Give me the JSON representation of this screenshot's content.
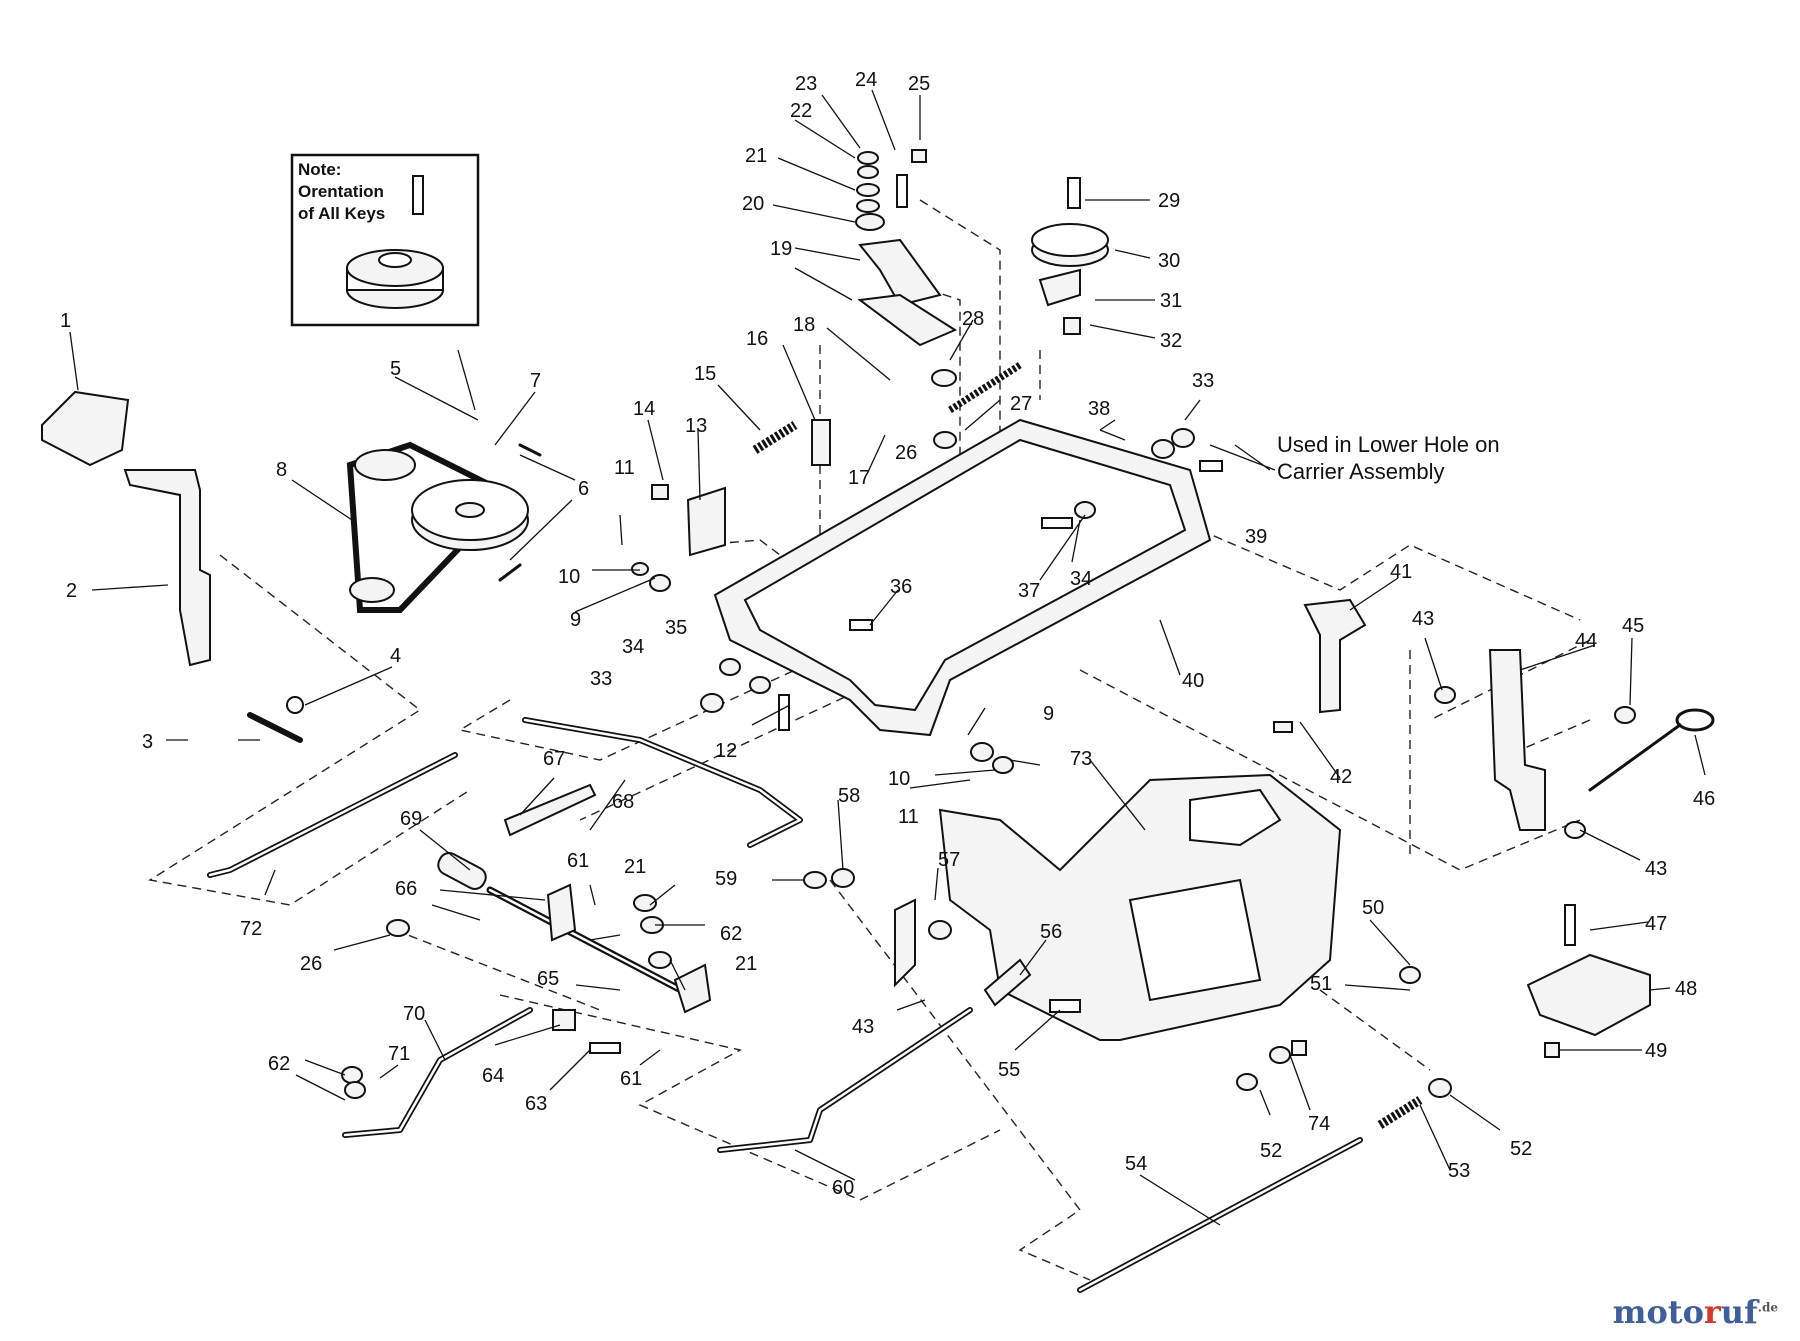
{
  "note": {
    "lines": [
      "Note:",
      "Orentation",
      "of All Keys"
    ]
  },
  "annotation": {
    "line1": "Used in Lower Hole on",
    "line2": "Carrier Assembly"
  },
  "watermark": {
    "part1": "moto",
    "part2": "r",
    "part3": "uf",
    "suffix": ".de"
  },
  "callouts": [
    "1",
    "2",
    "3",
    "4",
    "5",
    "6",
    "7",
    "8",
    "9",
    "10",
    "11",
    "12",
    "13",
    "14",
    "15",
    "16",
    "17",
    "18",
    "19",
    "20",
    "21",
    "22",
    "23",
    "24",
    "25",
    "26",
    "27",
    "28",
    "29",
    "30",
    "31",
    "32",
    "33",
    "34",
    "35",
    "36",
    "37",
    "38",
    "39",
    "40",
    "41",
    "42",
    "43",
    "44",
    "45",
    "46",
    "47",
    "48",
    "49",
    "50",
    "51",
    "52",
    "53",
    "54",
    "55",
    "56",
    "57",
    "58",
    "59",
    "60",
    "61",
    "62",
    "63",
    "64",
    "65",
    "66",
    "67",
    "68",
    "69",
    "70",
    "71",
    "72",
    "73",
    "74"
  ]
}
